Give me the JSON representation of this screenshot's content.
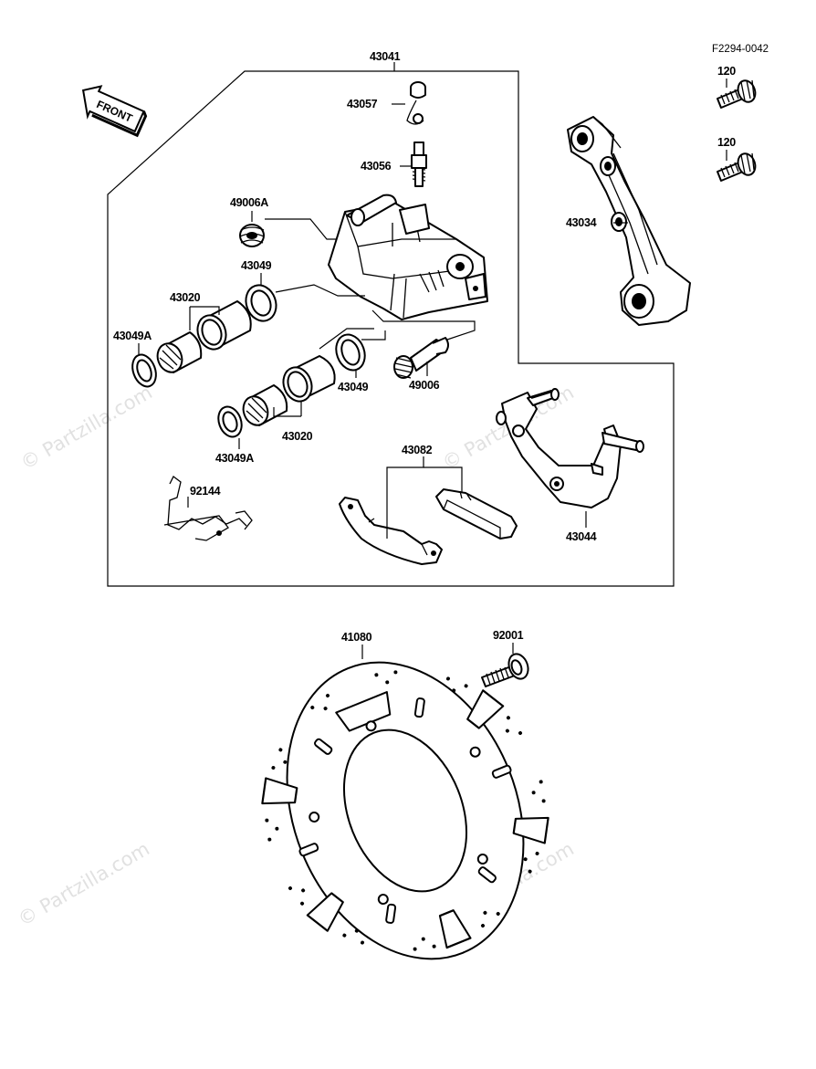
{
  "figure_ref": "F2294-0042",
  "direction_label": "FRONT",
  "watermark": "© Partzilla.com",
  "parts": {
    "caliper_assembly": "43041",
    "bleeder_cap": "43057",
    "bleeder_valve": "43056",
    "boot_upper": "49006A",
    "seal_upper": "43049",
    "piston_upper": "43020",
    "dust_seal_upper": "43049A",
    "pin_boot": "49006",
    "seal_lower": "43049",
    "piston_lower": "43020",
    "dust_seal_lower": "43049A",
    "pad_spring": "92144",
    "pad_set": "43082",
    "caliper_holder": "43044",
    "torque_link": "43034",
    "bolt_a": "120",
    "bolt_b": "120",
    "disc": "41080",
    "disc_bolt": "92001"
  }
}
